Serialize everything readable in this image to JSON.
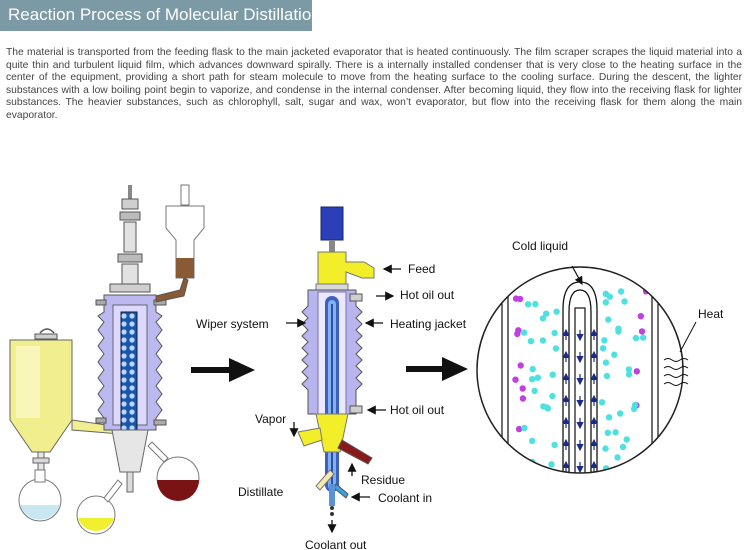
{
  "header": {
    "title": "Reaction Process of Molecular Distillation:"
  },
  "description": "The material is transported from the feeding flask to the main jacketed evaporator that is heated continuously. The film scraper scrapes the liquid material into a quite thin and turbulent liquid film, which advances downward spirally. There is a internally installed condenser that is very close to the heating surface in the center of the equipment, providing a short path for steam molecule to move from the heating surface to the cooling surface. During the descent, the lighter substances with a low boiling point begin to vaporize, and condense in the internal condenser. After becoming liquid, they flow into the receiving flask for lighter substances. The heavier substances, such as chloro­phyll, salt, sugar and wax, won’t evaporator, but flow into the receiving flask for them along the main evaporator.",
  "middle_labels": {
    "feed": "Feed",
    "hot_oil_out": "Hot oil out",
    "wiper_system": "Wiper system",
    "heating_jacket": "Heating jacket",
    "hot_oil_out_lower": "Hot oil out",
    "vapor": "Vapor",
    "residue": "Residue",
    "distillate": "Distillate",
    "coolant_in": "Coolant in",
    "coolant_out": "Coolant out"
  },
  "detail_labels": {
    "cold_liquid": "Cold liquid",
    "heat": "Heat"
  },
  "colors": {
    "title_bg": "#7c9aa6",
    "jacket": "#b7b4ee",
    "feed_yellow": "#f2ee2a",
    "condenser_blue": "#5a93d8",
    "residue_red": "#7d1616",
    "cyan_particle": "#4fe0e0",
    "magenta_particle": "#c040e0",
    "motor_blue": "#2b3fb8"
  },
  "icons": [
    "arrow-right-icon",
    "arrow-right-icon"
  ]
}
